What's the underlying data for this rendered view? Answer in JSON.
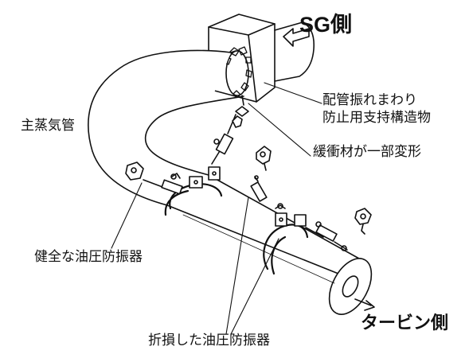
{
  "labels": {
    "sg_side": "SG側",
    "main_steam_pipe": "主蒸気管",
    "pipe_whip_line1": "配管振れまわり",
    "pipe_whip_line2": "防止用支持構造物",
    "cushion_deformed": "緩衝材が一部変形",
    "healthy_snubber": "健全な油圧防振器",
    "turbine_side": "タービン側",
    "broken_snubbers": "折損した油圧防振器"
  },
  "colors": {
    "line": "#111111",
    "background": "#ffffff"
  }
}
